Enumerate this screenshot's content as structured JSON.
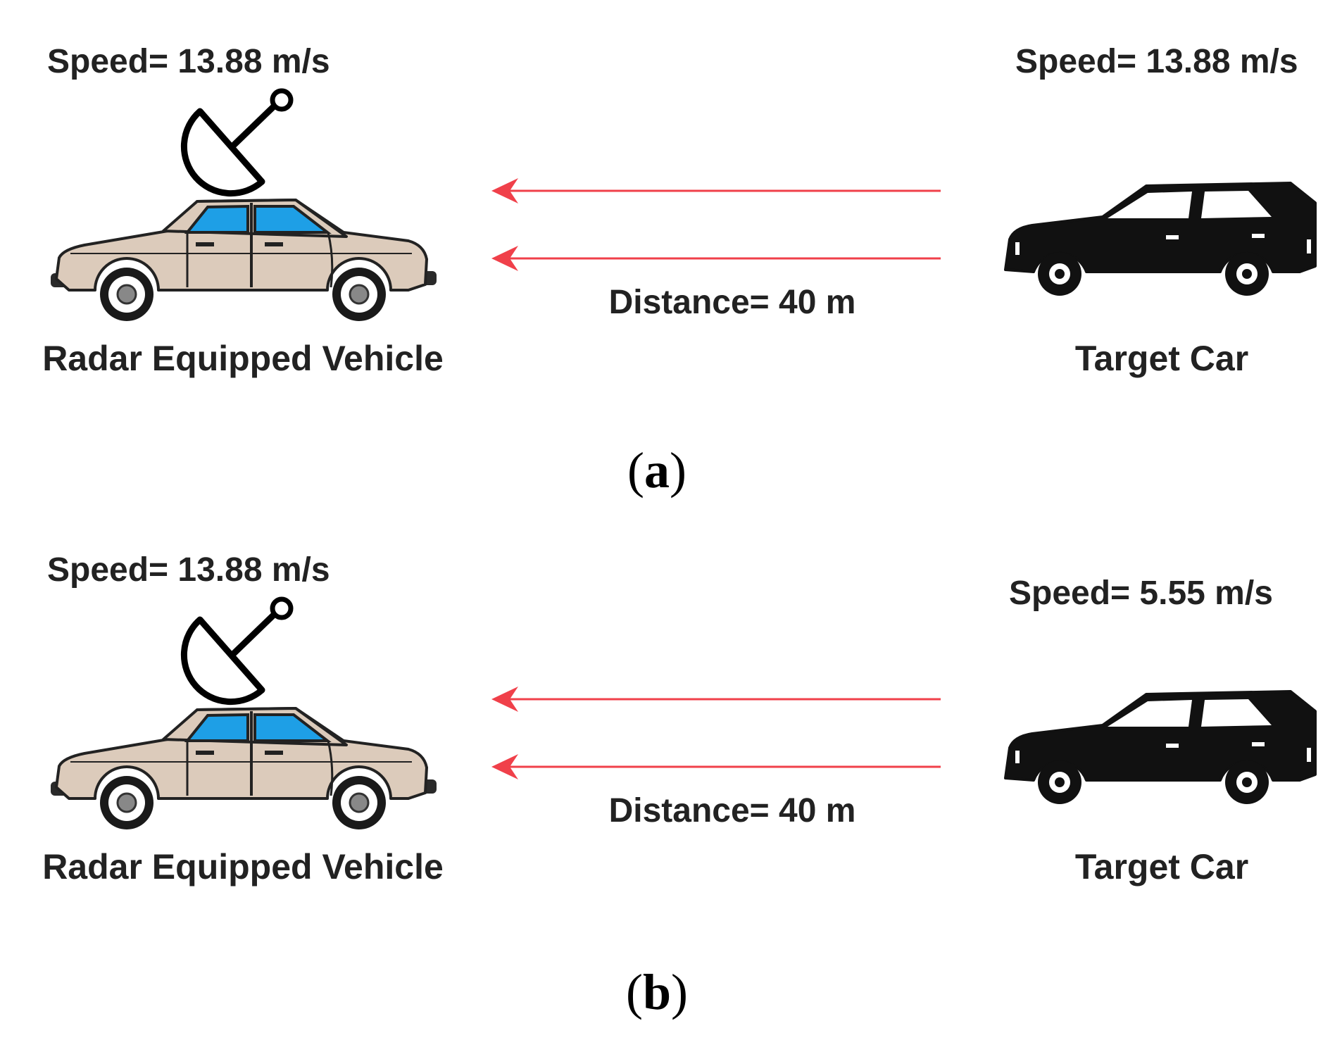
{
  "colors": {
    "arrow": "#f0404a",
    "radar_car_body": "#dccbbb",
    "radar_car_window": "#1e9fe6",
    "target_car_body": "#111111",
    "text": "#222222"
  },
  "icons": {
    "radar": "radar-dish-icon",
    "radar_car": "sedan-car-icon",
    "target_car": "hatchback-car-icon",
    "arrow": "arrow-left-icon"
  },
  "panels": [
    {
      "radar_vehicle": {
        "speed_label": "Speed= 13.88 m/s",
        "name": "Radar Equipped Vehicle"
      },
      "target_vehicle": {
        "speed_label": "Speed= 13.88 m/s",
        "name": "Target Car"
      },
      "distance_label": "Distance= 40 m",
      "caption_open": "(",
      "caption_letter": "a",
      "caption_close": ")"
    },
    {
      "radar_vehicle": {
        "speed_label": "Speed= 13.88 m/s",
        "name": "Radar Equipped Vehicle"
      },
      "target_vehicle": {
        "speed_label": "Speed= 5.55 m/s",
        "name": "Target Car"
      },
      "distance_label": "Distance= 40 m",
      "caption_open": "(",
      "caption_letter": "b",
      "caption_close": ")"
    }
  ]
}
